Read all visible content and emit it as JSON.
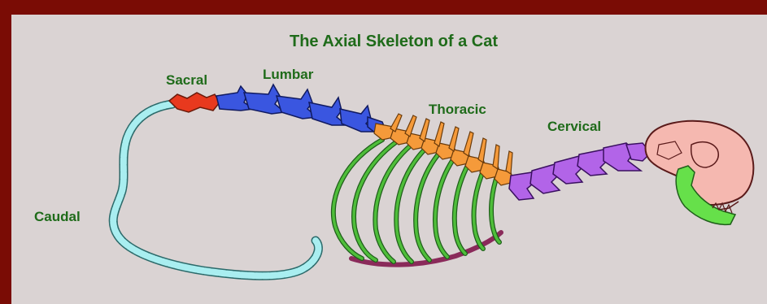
{
  "title": "The Axial Skeleton of a Cat",
  "labels": {
    "sacral": "Sacral",
    "lumbar": "Lumbar",
    "thoracic": "Thoracic",
    "cervical": "Cervical",
    "caudal": "Caudal"
  },
  "colors": {
    "frame": "#7a0c05",
    "background": "#dad3d3",
    "label_text": "#1f6b1a",
    "sacral": "#e8391e",
    "lumbar": "#3a56e0",
    "thoracic": "#f59a3a",
    "cervical": "#b264e8",
    "caudal": "#a9eef0",
    "ribs": "#4fbe3a",
    "sternum": "#8a2a5a",
    "skull": "#f5b8b0",
    "jaw": "#66e04a"
  },
  "icons": [
    "cat-skeleton-illustration"
  ]
}
